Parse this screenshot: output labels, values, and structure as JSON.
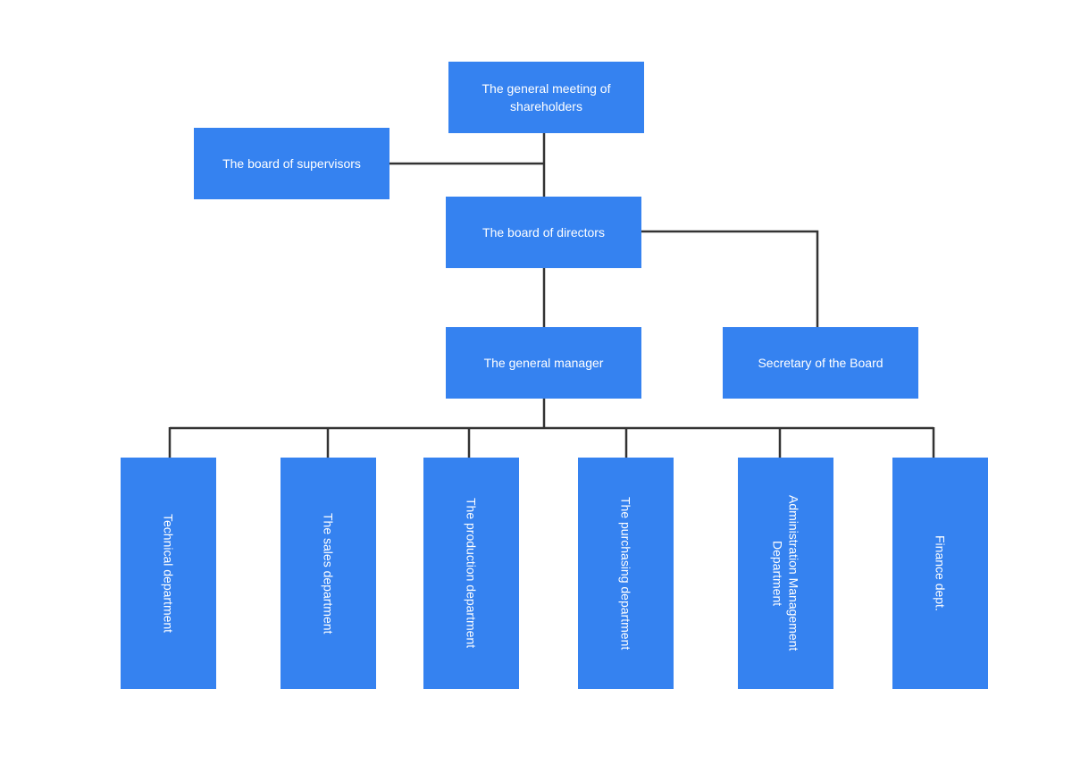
{
  "diagram": {
    "line_color": "#333333",
    "node_color": "#3582F0",
    "nodes": {
      "shareholders": "The general meeting of shareholders",
      "supervisors": "The board of supervisors",
      "directors": "The board of directors",
      "general_manager": "The general manager",
      "secretary": "Secretary of the Board",
      "technical": "Technical department",
      "sales": "The sales department",
      "production": "The production department",
      "purchasing": "The purchasing department",
      "administration": "Administration Management Department",
      "finance": "Finance dept."
    }
  }
}
